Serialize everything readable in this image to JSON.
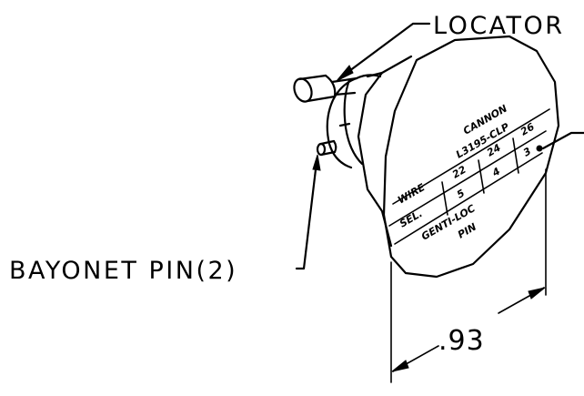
{
  "callouts": {
    "locator": "LOCATOR",
    "bayonet_pin": "BAYONET PIN(2)"
  },
  "dimension": {
    "value": ".93"
  },
  "face": {
    "maker": "CANNON",
    "part_number": "L3195-CLP",
    "row_wire": [
      "WIRE",
      "22",
      "24",
      "26"
    ],
    "row_sel": [
      "SEL.",
      "5",
      "4",
      "3"
    ],
    "footer_line1": "GENTI-LOC",
    "footer_line2": "PIN"
  }
}
